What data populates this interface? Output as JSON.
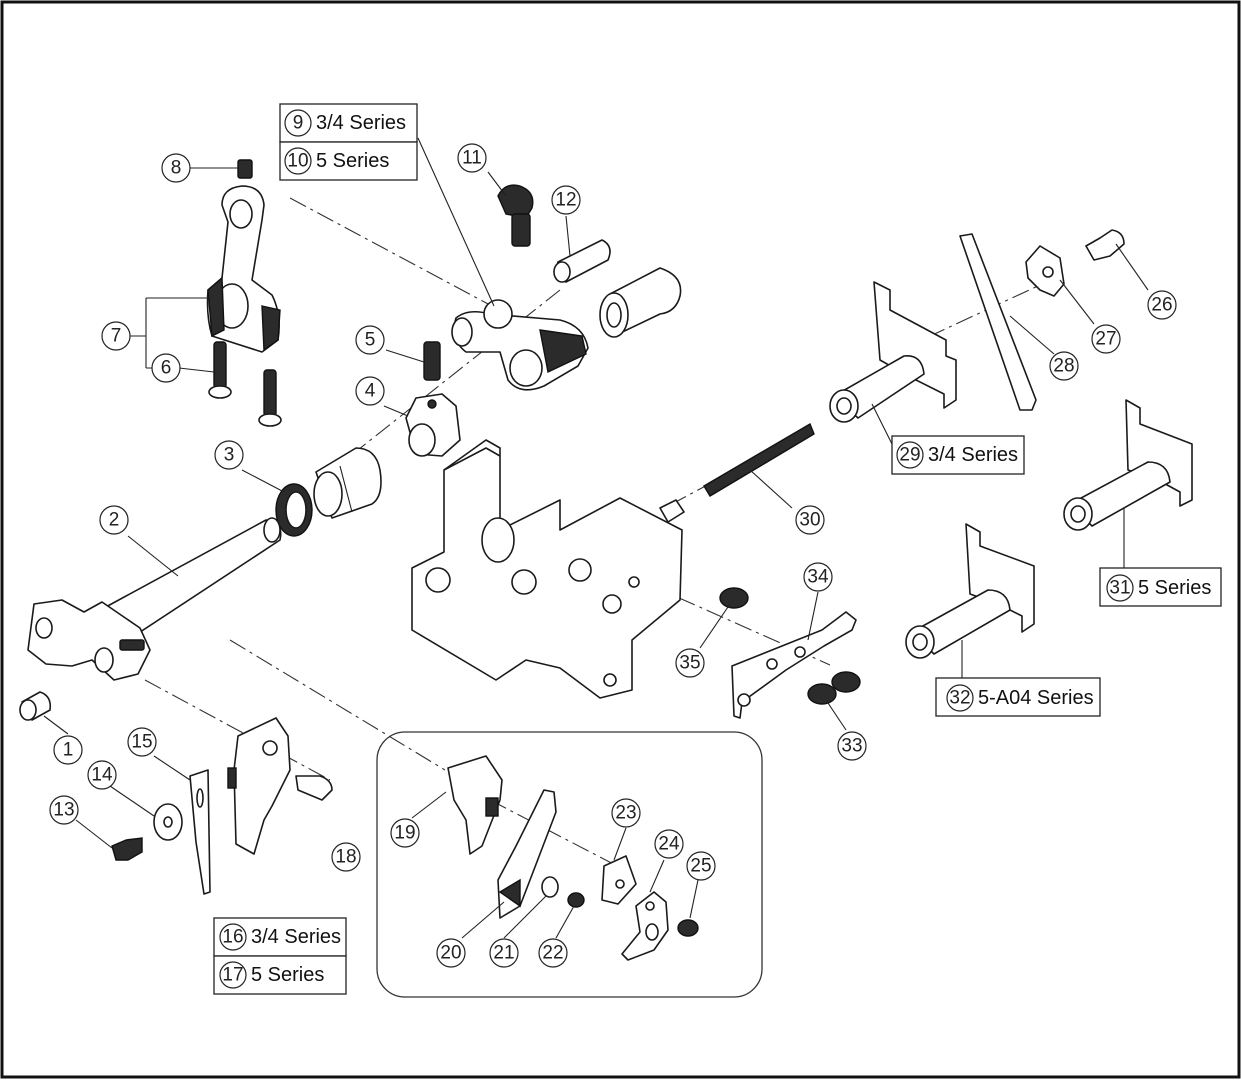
{
  "parts": [
    {
      "id": "1",
      "num": "1"
    },
    {
      "id": "2",
      "num": "2"
    },
    {
      "id": "3",
      "num": "3"
    },
    {
      "id": "4",
      "num": "4"
    },
    {
      "id": "5",
      "num": "5"
    },
    {
      "id": "6",
      "num": "6"
    },
    {
      "id": "7",
      "num": "7"
    },
    {
      "id": "8",
      "num": "8"
    },
    {
      "id": "11",
      "num": "11"
    },
    {
      "id": "12",
      "num": "12"
    },
    {
      "id": "13",
      "num": "13"
    },
    {
      "id": "14",
      "num": "14"
    },
    {
      "id": "15",
      "num": "15"
    },
    {
      "id": "18",
      "num": "18"
    },
    {
      "id": "19",
      "num": "19"
    },
    {
      "id": "20",
      "num": "20"
    },
    {
      "id": "21",
      "num": "21"
    },
    {
      "id": "22",
      "num": "22"
    },
    {
      "id": "23",
      "num": "23"
    },
    {
      "id": "24",
      "num": "24"
    },
    {
      "id": "25",
      "num": "25"
    },
    {
      "id": "26",
      "num": "26"
    },
    {
      "id": "27",
      "num": "27"
    },
    {
      "id": "28",
      "num": "28"
    },
    {
      "id": "30",
      "num": "30"
    },
    {
      "id": "33",
      "num": "33"
    },
    {
      "id": "34",
      "num": "34"
    },
    {
      "id": "35",
      "num": "35"
    }
  ],
  "variant_labels": [
    {
      "id": "9",
      "num": "9",
      "text": "3/4 Series"
    },
    {
      "id": "10",
      "num": "10",
      "text": "5 Series"
    },
    {
      "id": "16",
      "num": "16",
      "text": "3/4 Series"
    },
    {
      "id": "17",
      "num": "17",
      "text": "5 Series"
    },
    {
      "id": "29",
      "num": "29",
      "text": "3/4 Series"
    },
    {
      "id": "31",
      "num": "31",
      "text": "5 Series"
    },
    {
      "id": "32",
      "num": "32",
      "text": "5-A04 Series"
    }
  ]
}
